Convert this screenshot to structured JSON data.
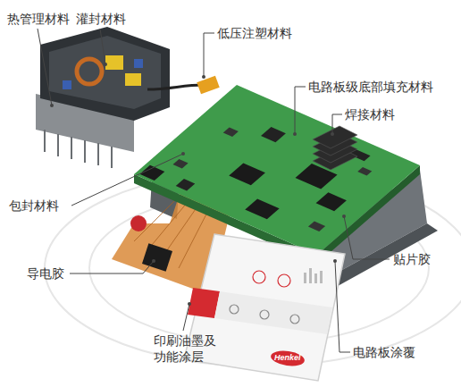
{
  "diagram": {
    "labels": [
      "热管理材料",
      "灌封材料",
      "低压注塑材料",
      "电路板级底部填充材料",
      "焊接材料",
      "包封材料",
      "贴片胶",
      "导电胶",
      "印刷油墨及功能涂层",
      "电路板涂覆",
      "Henkel"
    ]
  }
}
